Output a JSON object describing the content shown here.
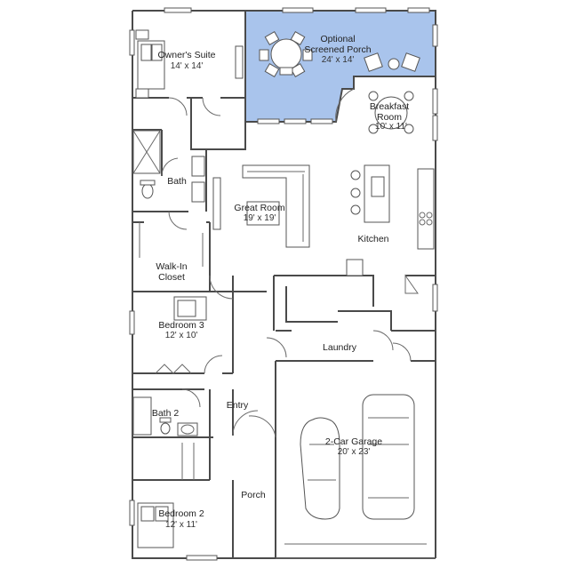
{
  "colors": {
    "porch_fill": "#a9c4ec",
    "wall": "#4a4a4a",
    "background": "#ffffff"
  },
  "rooms": {
    "owners_suite": {
      "name": "Owner's Suite",
      "size": "14' x 14'"
    },
    "screened_porch": {
      "name_line1": "Optional",
      "name_line2": "Screened Porch",
      "size": "24' x 14'"
    },
    "breakfast": {
      "name_line1": "Breakfast",
      "name_line2": "Room",
      "size": "10' x 11'"
    },
    "bath": {
      "name": "Bath"
    },
    "great_room": {
      "name": "Great Room",
      "size": "19' x 19'"
    },
    "kitchen": {
      "name": "Kitchen"
    },
    "walkin_closet": {
      "name_line1": "Walk-In",
      "name_line2": "Closet"
    },
    "bedroom3": {
      "name": "Bedroom 3",
      "size": "12' x 10'"
    },
    "laundry": {
      "name": "Laundry"
    },
    "bath2": {
      "name": "Bath 2"
    },
    "entry": {
      "name": "Entry"
    },
    "garage": {
      "name": "2-Car Garage",
      "size": "20' x 23'"
    },
    "porch": {
      "name": "Porch"
    },
    "bedroom2": {
      "name": "Bedroom 2",
      "size": "12' x 11'"
    }
  }
}
